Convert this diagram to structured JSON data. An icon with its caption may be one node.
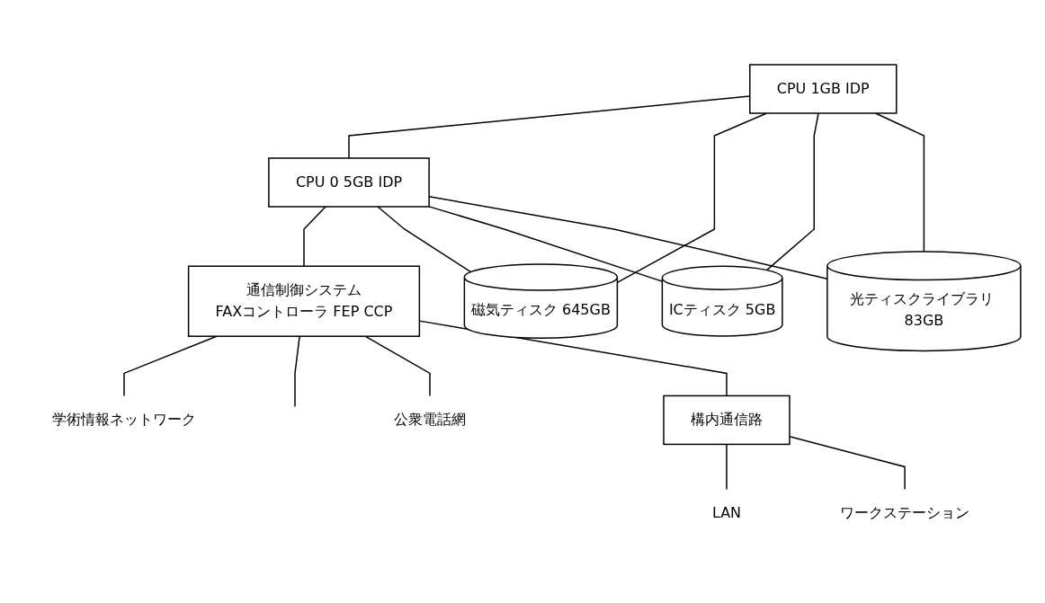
{
  "diagram": {
    "nodes": [
      {
        "text": [
          "CPU 1GB IDP"
        ]
      },
      {
        "text": [
          "CPU 0 5GB IDP"
        ]
      },
      {
        "text": [
          "通信制御システム",
          "FAXコントローラ FEP CCP"
        ]
      },
      {
        "text": [
          "学術情報ネットワーク"
        ]
      },
      {
        "text": [
          "公衆電話網"
        ]
      },
      {
        "text": [
          "構内通信路"
        ]
      },
      {
        "text": [
          "LAN"
        ]
      },
      {
        "text": [
          "ワークステーション"
        ]
      },
      {
        "text": [
          "磁気ティスク 645GB"
        ]
      },
      {
        "text": [
          "ICティスク 5GB"
        ]
      },
      {
        "text": [
          "光ティスクライブラリ 83GB"
        ]
      }
    ],
    "edges": [
      {
        "from": 0,
        "to": 1,
        "arrow": "none"
      },
      {
        "from": 1,
        "to": 2,
        "arrow": "none"
      },
      {
        "from": 0,
        "to": 8,
        "arrow": "none"
      },
      {
        "from": 0,
        "to": 9,
        "arrow": "none"
      },
      {
        "from": 0,
        "to": 10,
        "arrow": "none"
      },
      {
        "from": 1,
        "to": 8,
        "arrow": "none"
      },
      {
        "from": 1,
        "to": 9,
        "arrow": "none"
      },
      {
        "from": 1,
        "to": 10,
        "arrow": "none"
      },
      {
        "from": 2,
        "to": 3,
        "arrow": "none"
      },
      {
        "from": 2,
        "to": null,
        "arrow": "none"
      },
      {
        "from": 2,
        "to": 4,
        "arrow": "none"
      },
      {
        "from": 2,
        "to": 5,
        "arrow": "none"
      },
      {
        "from": 5,
        "to": 6,
        "arrow": "none"
      },
      {
        "from": 5,
        "to": 7,
        "arrow": "none"
      }
    ]
  }
}
